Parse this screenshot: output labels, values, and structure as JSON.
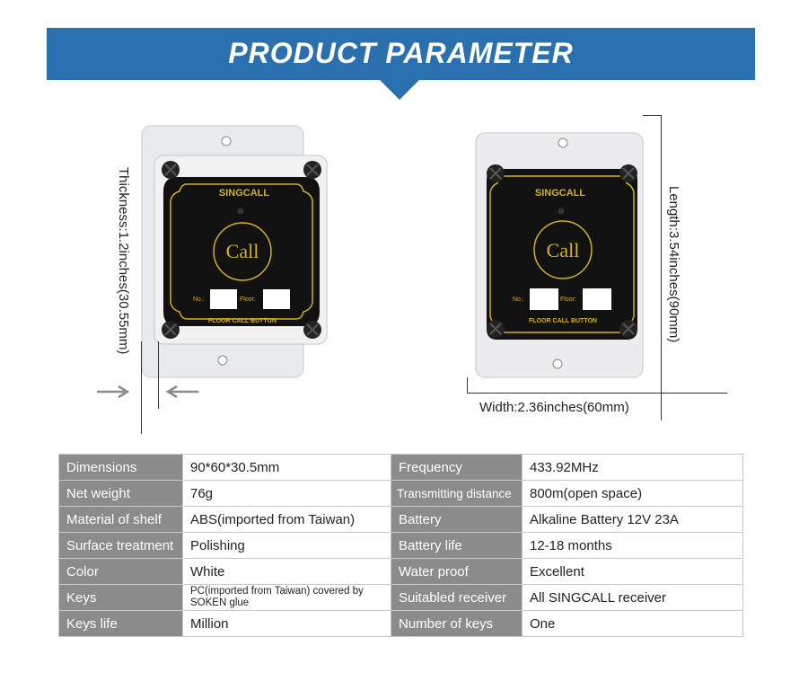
{
  "banner": {
    "title": "PRODUCT PARAMETER"
  },
  "device": {
    "brand": "SINGCALL",
    "button_text": "Call",
    "no_label": "No.:",
    "floor_label": "Floor:",
    "footer_text": "FLOOR CALL BUTTON"
  },
  "dimensions": {
    "thickness": "Thickness:1.2inches(30.55mm)",
    "length": "Length:3.54inches(90mm)",
    "width": "Width:2.36inches(60mm)"
  },
  "specs": {
    "rows": [
      {
        "k1": "Dimensions",
        "v1": "90*60*30.5mm",
        "k2": "Frequency",
        "v2": "433.92MHz"
      },
      {
        "k1": "Net weight",
        "v1": "76g",
        "k2": "Transmitting distance",
        "v2": "800m(open space)"
      },
      {
        "k1": "Material of shelf",
        "v1": "ABS(imported from Taiwan)",
        "k2": "Battery",
        "v2": "Alkaline Battery 12V 23A"
      },
      {
        "k1": "Surface treatment",
        "v1": "Polishing",
        "k2": "Battery life",
        "v2": "12-18 months"
      },
      {
        "k1": "Color",
        "v1": "White",
        "k2": "Water proof",
        "v2": "Excellent"
      },
      {
        "k1": "Keys",
        "v1": "PC(imported from Taiwan) covered by SOKEN glue",
        "k2": "Suitabled receiver",
        "v2": "All SINGCALL receiver"
      },
      {
        "k1": "Keys life",
        "v1": "Million",
        "k2": "Number of keys",
        "v2": "One"
      }
    ]
  },
  "colors": {
    "banner": "#2a6fae",
    "label_cell": "#8b8b8b",
    "gold_trim": "#d4b21a",
    "face": "#111111"
  },
  "icons": {
    "screw": "screw-icon",
    "arrow": "arrow-right-icon",
    "led": "led-indicator-icon"
  }
}
